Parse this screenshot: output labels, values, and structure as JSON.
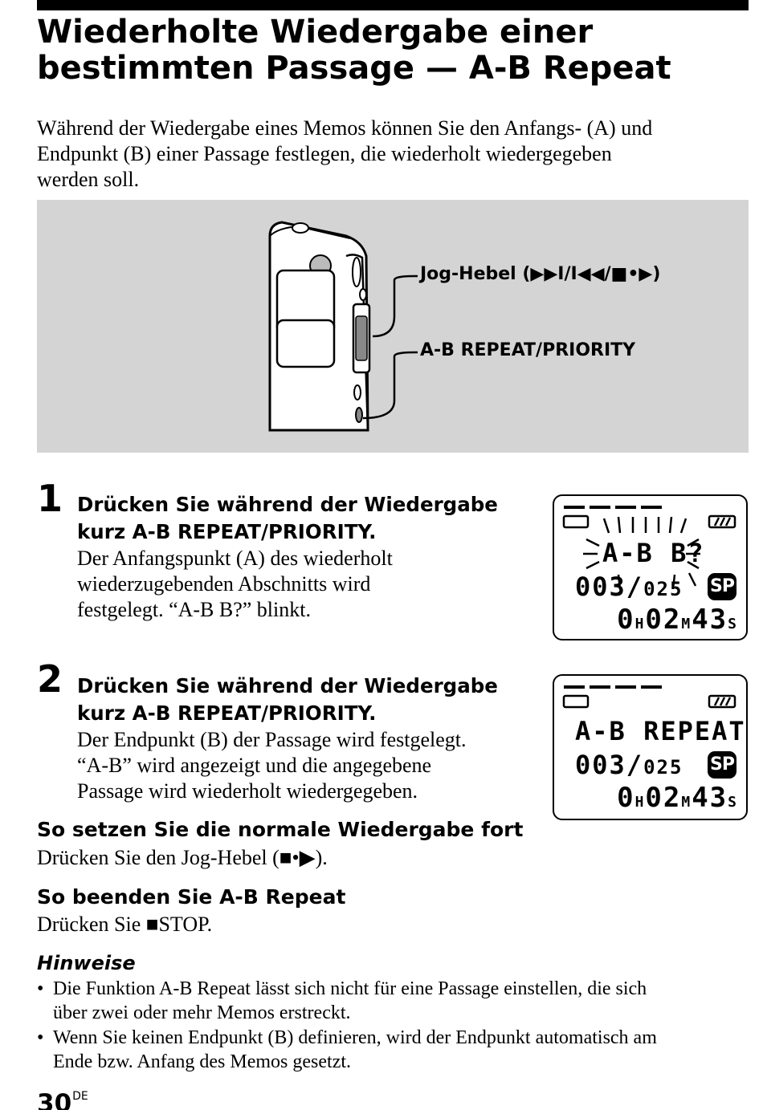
{
  "title": {
    "line1": "Wiederholte Wiedergabe einer",
    "line2": "bestimmten Passage — A-B Repeat"
  },
  "intro": [
    "Während der Wiedergabe eines Memos können Sie den Anfangs- (A) und",
    "Endpunkt (B) einer Passage festlegen, die wiederholt wiedergegeben",
    "werden soll."
  ],
  "figure": {
    "callout_jog": "Jog-Hebel (▶▶I/I◀◀/■•▶)",
    "callout_ab": "A-B REPEAT/PRIORITY"
  },
  "steps": [
    {
      "number": "1",
      "heading": [
        "Drücken Sie während der Wiedergabe",
        "kurz A-B REPEAT/PRIORITY."
      ],
      "body": [
        "Der Anfangspunkt (A) des wiederholt",
        "wiederzugebenden Abschnitts wird",
        "festgelegt. “A-B B?” blinkt."
      ],
      "display": {
        "line1": "A-B B?",
        "counter": "003/",
        "total": "025",
        "mode": "SP",
        "time_h": "0",
        "time_m": "02",
        "time_s": "43"
      }
    },
    {
      "number": "2",
      "heading": [
        "Drücken Sie während der Wiedergabe",
        "kurz A-B REPEAT/PRIORITY."
      ],
      "body": [
        "Der Endpunkt (B) der Passage wird festgelegt.",
        "“A-B” wird angezeigt und die angegebene",
        "Passage wird wiederholt wiedergegeben."
      ],
      "display": {
        "line1": "A-B REPEAT",
        "counter": "003/",
        "total": "025",
        "mode": "SP",
        "time_h": "0",
        "time_m": "02",
        "time_s": "43"
      }
    }
  ],
  "section_resume": {
    "heading": "So setzen Sie die normale Wiedergabe fort",
    "text": "Drücken Sie den Jog-Hebel (■•▶)."
  },
  "section_end": {
    "heading": "So beenden Sie A-B Repeat",
    "text": "Drücken Sie ■STOP."
  },
  "notes": {
    "heading": "Hinweise",
    "bullet": "•",
    "items": [
      [
        "Die Funktion A-B Repeat lässt sich nicht für eine Passage einstellen, die sich",
        "über zwei oder mehr Memos erstreckt."
      ],
      [
        "Wenn Sie keinen Endpunkt (B) definieren, wird der Endpunkt automatisch am",
        "Ende bzw. Anfang des Memos gesetzt."
      ]
    ]
  },
  "page": {
    "number": "30",
    "suffix": "DE"
  },
  "lcd_units": {
    "h": "H",
    "m": "M",
    "s": "S"
  }
}
